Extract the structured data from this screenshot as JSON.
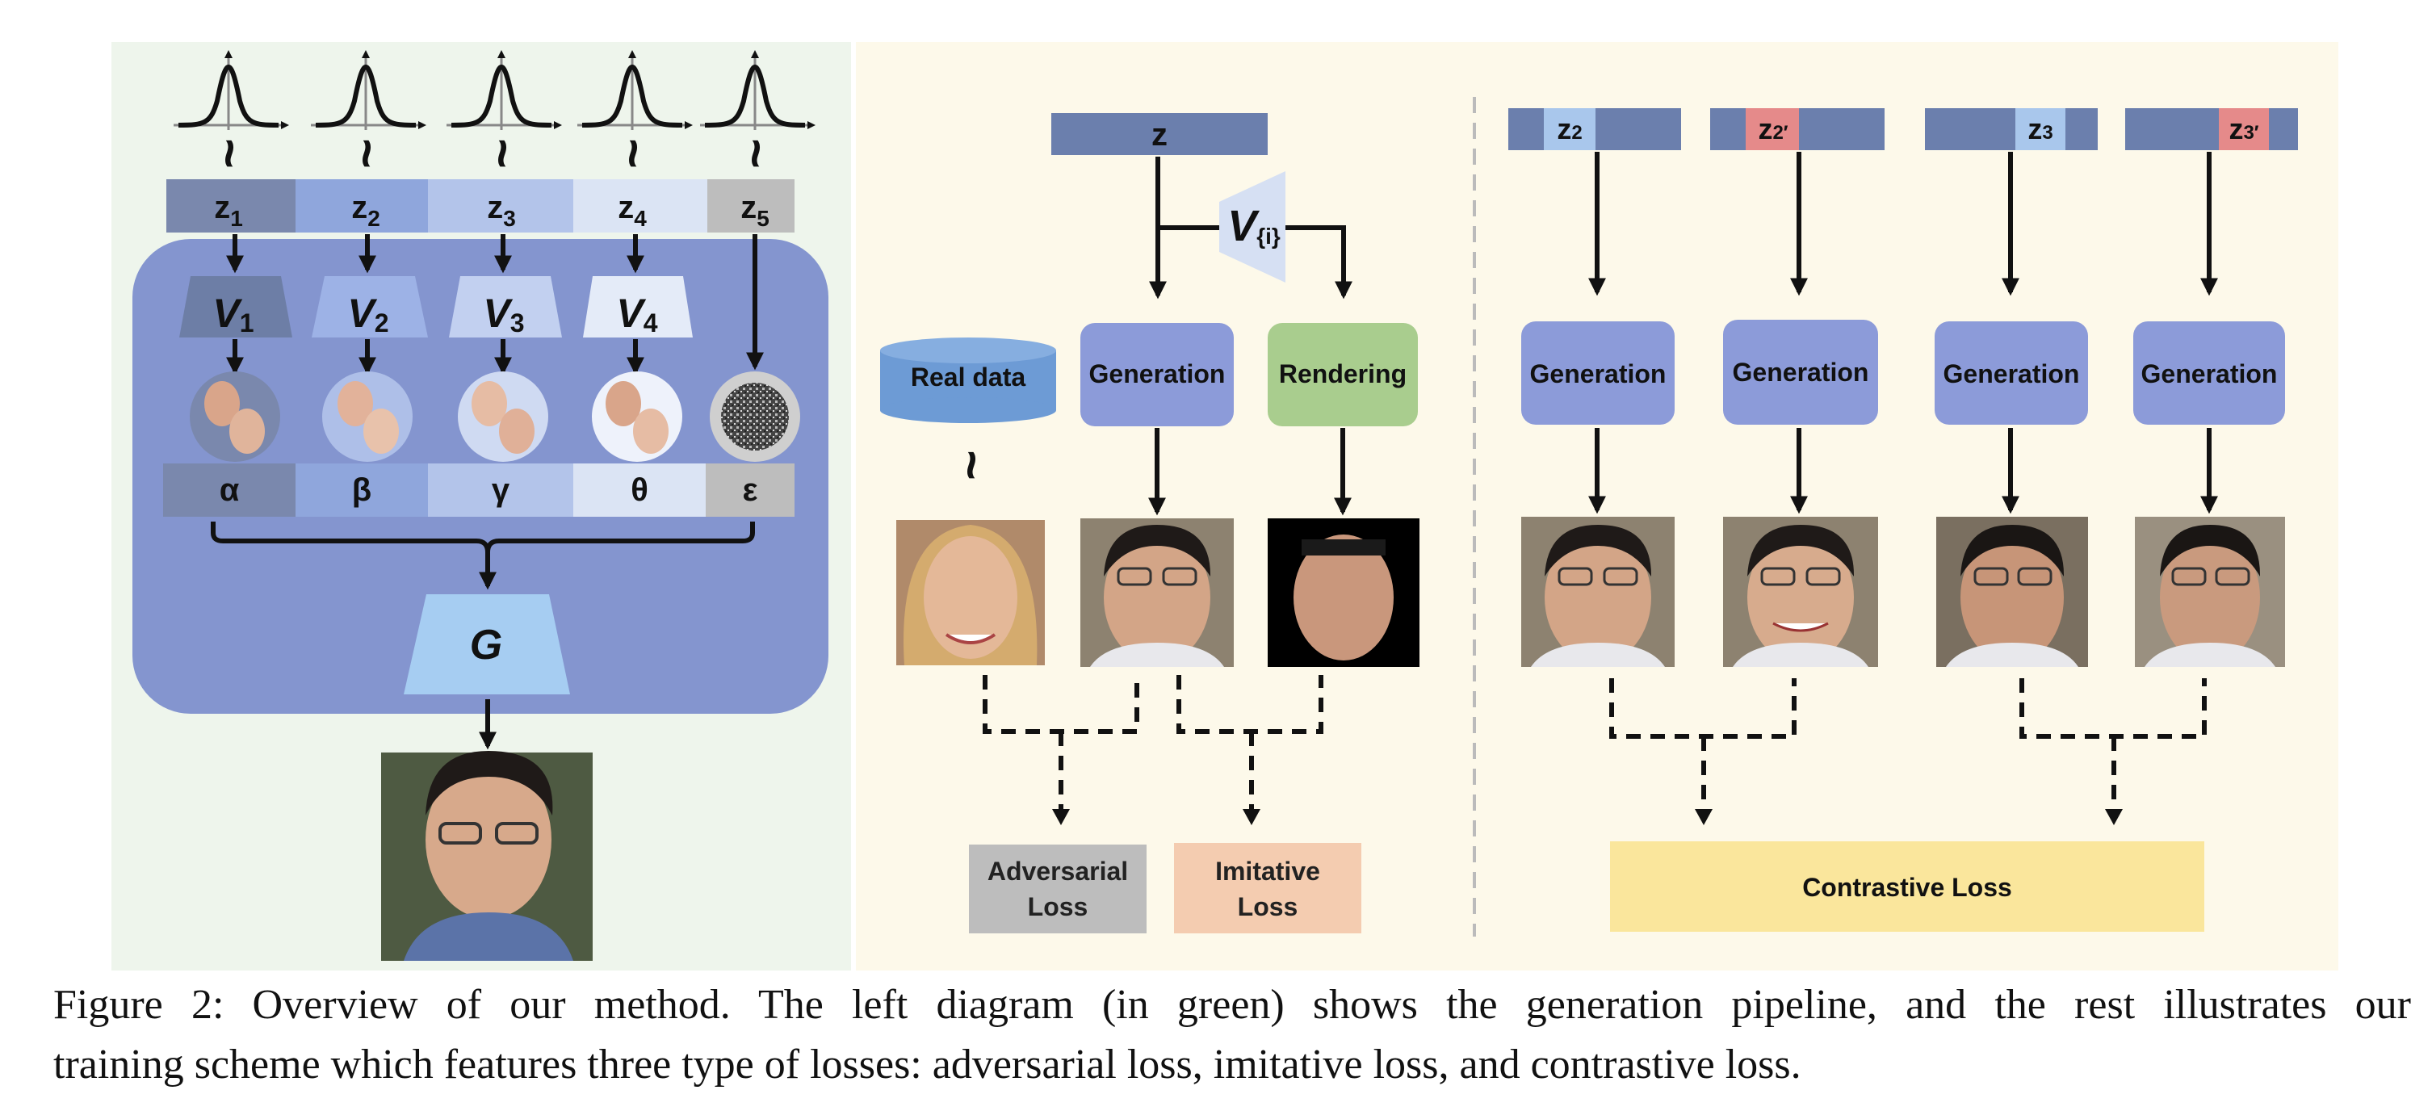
{
  "figure": {
    "left_panel": {
      "latent_labels": [
        "z1",
        "z2",
        "z3",
        "z4",
        "z5"
      ],
      "latent_subscripts": [
        "1",
        "2",
        "3",
        "4",
        "5"
      ],
      "vae_labels": [
        "V",
        "V",
        "V",
        "V"
      ],
      "vae_subscripts": [
        "1",
        "2",
        "3",
        "4"
      ],
      "factor_labels": [
        "α",
        "β",
        "γ",
        "θ",
        "ε"
      ],
      "generator_label": "G",
      "tilde": "~"
    },
    "middle_panel": {
      "z_label": "z",
      "v_label": "V",
      "v_subscript": "{i}",
      "real_data_label": "Real data",
      "generation_label": "Generation",
      "rendering_label": "Rendering",
      "tilde": "~",
      "adversarial_loss": [
        "Adversarial",
        "Loss"
      ],
      "imitative_loss": [
        "Imitative",
        "Loss"
      ]
    },
    "right_panel": {
      "codes": [
        {
          "base": "z",
          "sub": "2",
          "highlight": "#a9c7ec"
        },
        {
          "base": "z",
          "sub": "2′",
          "highlight": "#e58a8a"
        },
        {
          "base": "z",
          "sub": "3",
          "highlight": "#a9c7ec"
        },
        {
          "base": "z",
          "sub": "3′",
          "highlight": "#e58a8a"
        }
      ],
      "generation_labels": [
        "Generation",
        "Generation",
        "Generation",
        "Generation"
      ],
      "contrastive_loss": "Contrastive Loss"
    },
    "colors": {
      "left_bg": "#eef5ec",
      "right_bg": "#fdf9ea",
      "big_box": "#8495cf",
      "latent_fills": [
        "#7a88ad",
        "#8fa6dc",
        "#b3c4ea",
        "#dbe4f4",
        "#bdbdbd"
      ],
      "generation_box": "#8c9bd9",
      "rendering_box": "#a9cd8e",
      "real_data": "#6d9bd5",
      "z_bar": "#6b7fad",
      "adversarial_box": "#bdbdbd",
      "imitative_box": "#f4ccb0",
      "contrastive_box": "#fae69c",
      "generator_box": "#a6cdf2"
    }
  },
  "caption": {
    "line1": "Figure 2: Overview of our method. The left diagram (in green) shows the generation pipeline, and the rest illustrates our",
    "line2": "training scheme which features three type of losses: adversarial loss, imitative loss, and contrastive loss."
  }
}
